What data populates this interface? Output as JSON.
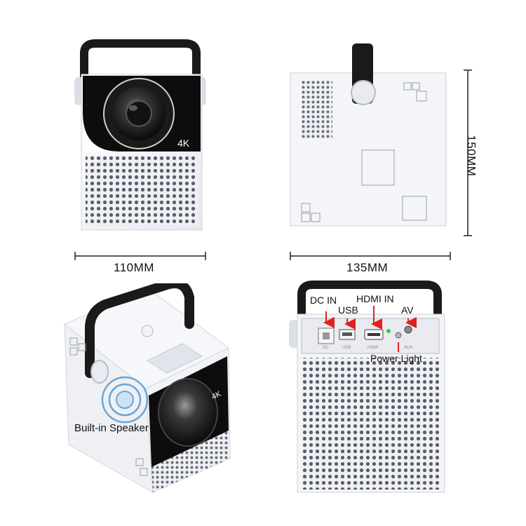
{
  "front_view": {
    "badge": "4K",
    "width_label": "110MM"
  },
  "top_view": {
    "width_label": "135MM",
    "height_label": "150MM"
  },
  "back_view": {
    "ports": {
      "dc_in": "DC IN",
      "usb": "USB",
      "hdmi_in": "HDMI IN",
      "av": "AV",
      "power_light": "Power Light"
    },
    "panel_text": {
      "dc": "DC",
      "usb": "USB",
      "hdmi": "HDMI",
      "av": "AUX"
    }
  },
  "iso_view": {
    "badge": "4K",
    "speaker_label": "Built-in Speaker"
  },
  "colors": {
    "body": "#f2f3f8",
    "handle": "#1a1a1a",
    "lens_panel": "#0d0d0d",
    "arrow": "#e02020",
    "led": "#2ecc40"
  }
}
